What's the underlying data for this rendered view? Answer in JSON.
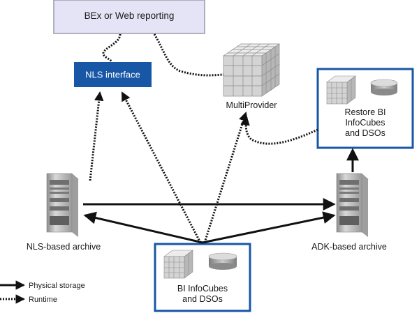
{
  "boxes": {
    "reporting": "BEx or Web reporting",
    "nls_interface": "NLS interface",
    "restore": [
      "Restore BI",
      "InfoCubes",
      "and DSOs"
    ],
    "source": [
      "BI InfoCubes",
      "and DSOs"
    ]
  },
  "labels": {
    "multiprovider": "MultiProvider",
    "nls_archive": "NLS-based archive",
    "adk_archive": "ADK-based archive"
  },
  "legend": {
    "physical": "Physical storage",
    "runtime": "Runtime"
  },
  "colors": {
    "reporting_fill": "#e4e4f6",
    "reporting_border": "#9a9aaa",
    "nls_fill": "#1757a6",
    "frame_blue": "#1757a6",
    "arrow": "#111111"
  }
}
